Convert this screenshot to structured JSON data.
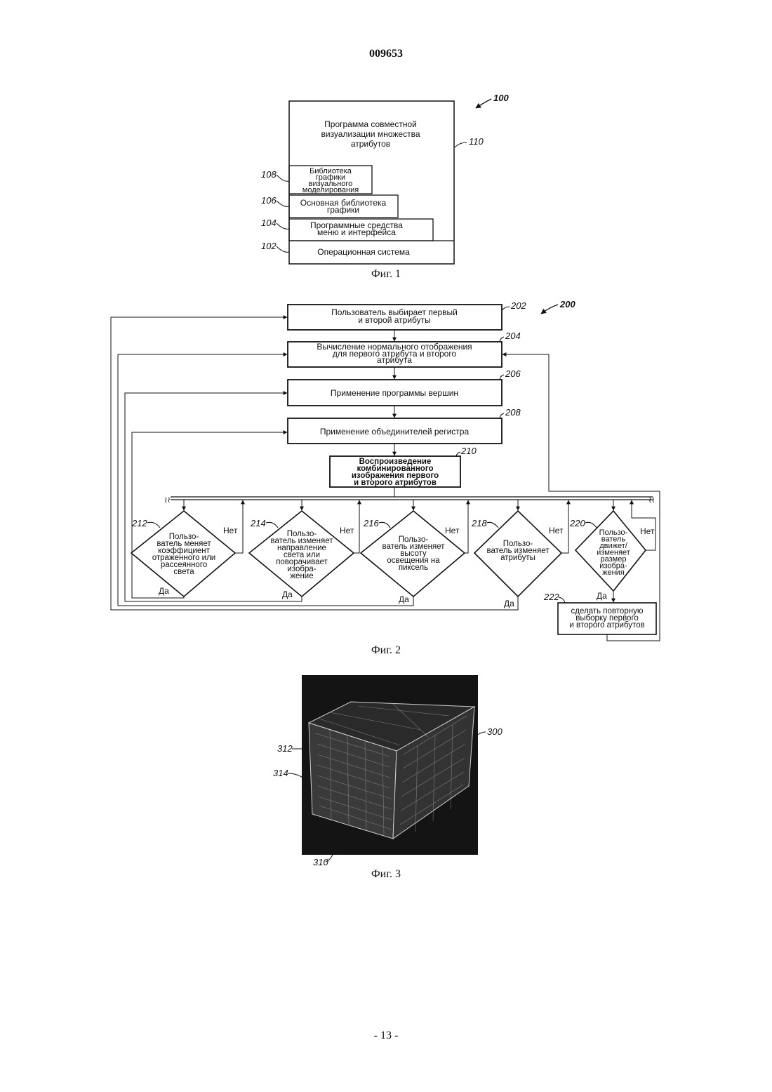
{
  "document_number": "009653",
  "page_number": "- 13 -",
  "fig1": {
    "caption": "Фиг. 1",
    "ref_main": "100",
    "layers": [
      {
        "ref": "110",
        "text_lines": [
          "Программа совместной",
          "визуализации множества",
          "атрибутов"
        ]
      },
      {
        "ref": "108",
        "text_lines": [
          "Библиотека",
          "графики",
          "визуального",
          "моделирования"
        ]
      },
      {
        "ref": "106",
        "text_lines": [
          "Основная библиотека",
          "графики"
        ]
      },
      {
        "ref": "104",
        "text_lines": [
          "Программные средства",
          "меню и интерфейса"
        ]
      },
      {
        "ref": "102",
        "text_lines": [
          "Операционная система"
        ]
      }
    ]
  },
  "fig2": {
    "caption": "Фиг. 2",
    "ref_main": "200",
    "steps": [
      {
        "ref": "202",
        "text_lines": [
          "Пользователь выбирает первый",
          "и второй атрибуты"
        ]
      },
      {
        "ref": "204",
        "text_lines": [
          "Вычисление нормального отображения",
          "для первого атрибута и второго",
          "атрибута"
        ]
      },
      {
        "ref": "206",
        "text_lines": [
          "Применение программы вершин"
        ]
      },
      {
        "ref": "208",
        "text_lines": [
          "Применение объединителей регистра"
        ]
      },
      {
        "ref": "210",
        "text_lines": [
          "Воспроизведение",
          "комбинированного",
          "изображения первого",
          "и второго атрибутов"
        ]
      }
    ],
    "decisions": [
      {
        "ref": "212",
        "text_lines": [
          "Пользо-",
          "ватель меняет",
          "коэффициент",
          "отраженного или",
          "рассеянного",
          "света"
        ]
      },
      {
        "ref": "214",
        "text_lines": [
          "Пользо-",
          "ватель изменяет",
          "направление",
          "света или",
          "поворачивает",
          "изобра-",
          "жение"
        ]
      },
      {
        "ref": "216",
        "text_lines": [
          "Пользо-",
          "ватель изменяет",
          "высоту",
          "освещения на",
          "пиксель"
        ]
      },
      {
        "ref": "218",
        "text_lines": [
          "Пользо-",
          "ватель изменяет",
          "атрибуты"
        ]
      },
      {
        "ref": "220",
        "text_lines": [
          "Пользо-",
          "ватель",
          "движет/",
          "изменяет",
          "размер",
          "изобра-",
          "жения"
        ]
      }
    ],
    "resample": {
      "ref": "222",
      "text_lines": [
        "сделать повторную",
        "выборку первого",
        "и второго атрибутов"
      ]
    },
    "yes_label": "Да",
    "no_label": "Нет"
  },
  "fig3": {
    "caption": "Фиг. 3",
    "refs": [
      "300",
      "312",
      "314",
      "310"
    ]
  }
}
